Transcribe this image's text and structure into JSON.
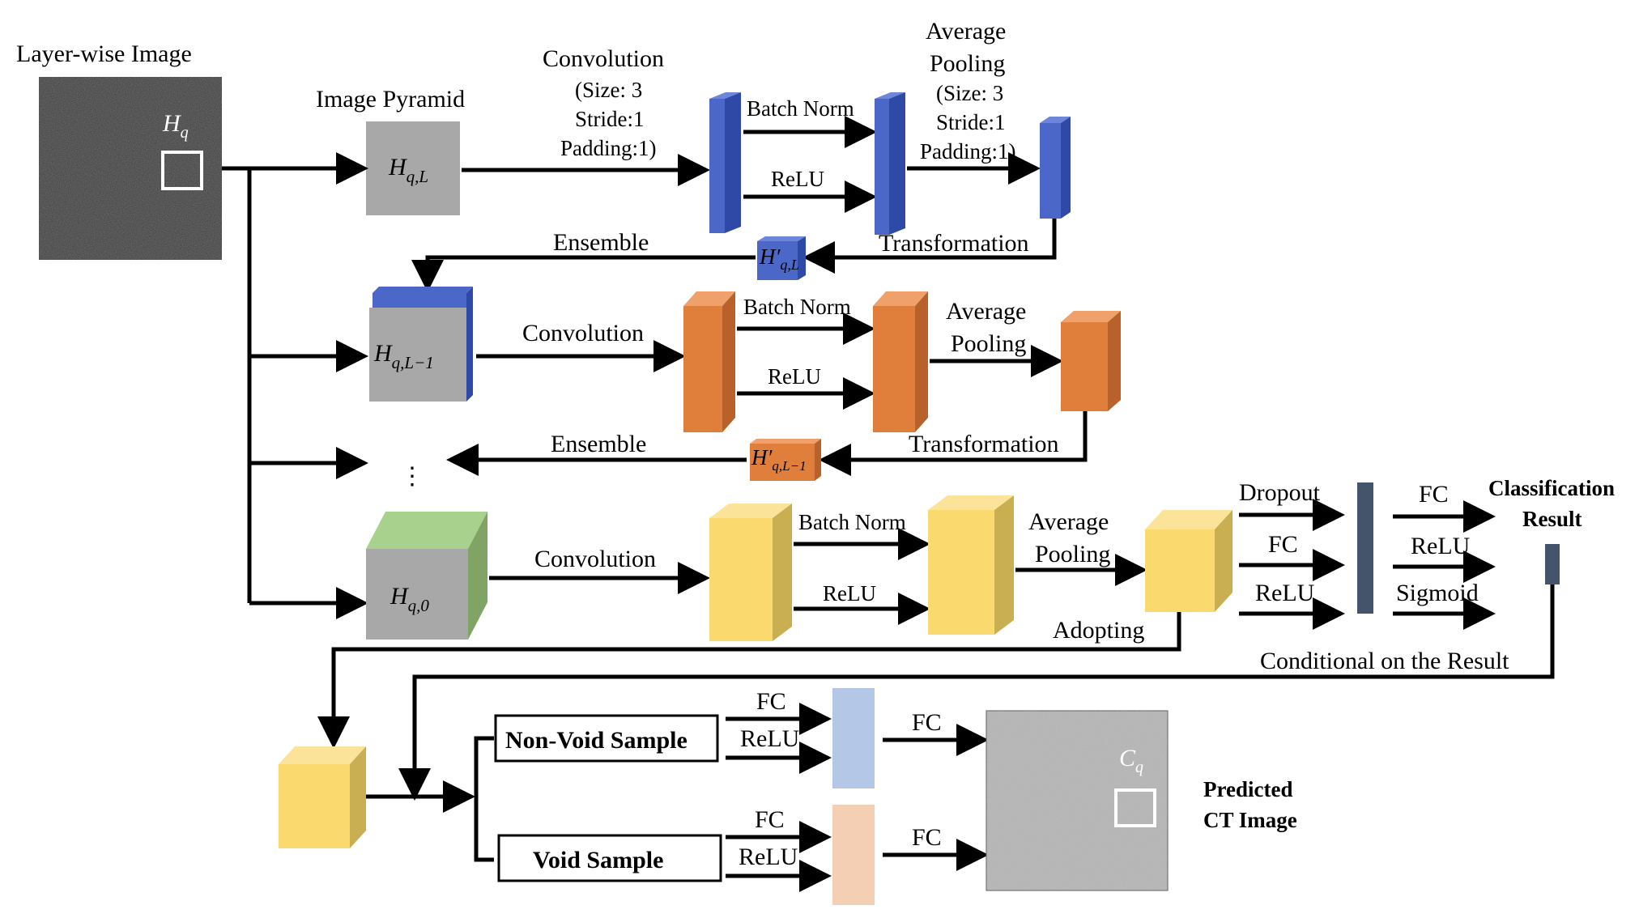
{
  "labels": {
    "layer_wise_image": "Layer-wise Image",
    "image_pyramid": "Image Pyramid",
    "h_q": "H",
    "h_q_sub": "q",
    "h_qL": "H",
    "h_qL_sub": "q,L",
    "h_qL1": "H",
    "h_qL1_sub": "q,L−1",
    "h_q0": "H",
    "h_q0_sub": "q,0",
    "hp_qL": "H′",
    "hp_qL_sub": "q,L",
    "hp_qL1": "H′",
    "hp_qL1_sub": "q,L−1",
    "c_q": "C",
    "c_q_sub": "q",
    "convolution": "Convolution",
    "conv_size": "(Size: 3",
    "conv_stride": "Stride:1",
    "conv_padding": "Padding:1)",
    "batch_norm": "Batch Norm",
    "relu": "ReLU",
    "average": "Average",
    "pooling": "Pooling",
    "pool_size": "(Size: 3",
    "pool_stride": "Stride:1",
    "pool_padding": "Padding:1)",
    "transformation": "Transformation",
    "ensemble": "Ensemble",
    "dots": "⋮",
    "dropout": "Dropout",
    "fc": "FC",
    "sigmoid": "Sigmoid",
    "classification": "Classification",
    "result": "Result",
    "adopting": "Adopting",
    "conditional": "Conditional on the Result",
    "non_void_sample": "Non-Void Sample",
    "void_sample": "Void Sample",
    "predicted": "Predicted",
    "ct_image": "CT Image"
  },
  "colors": {
    "blue_front": "#4B67C8",
    "blue_side": "#2F4AA6",
    "orange_front": "#E07E3C",
    "orange_side": "#B8612A",
    "yellow_front": "#FAD96E",
    "yellow_side": "#C9AE52",
    "gray_cube": "#A8A8A8",
    "green_top": "#A9D18E",
    "green_side": "#7FA464",
    "navy": "#44546A",
    "light_blue": "#B4C7E7",
    "peach": "#F4CFB3"
  }
}
